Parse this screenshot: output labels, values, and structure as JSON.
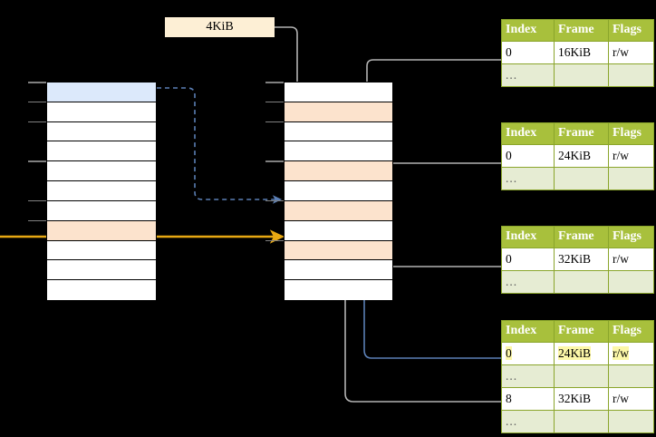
{
  "diagram": {
    "title_label": "4KiB",
    "colors": {
      "header_green": "#a8c03c",
      "row_alt_green": "#e6ecd3",
      "highlight_yellow": "#fcf7a8",
      "cell_blue": "#dce9fb",
      "cell_orange": "#fce3cd",
      "chip_cream": "#fdefd5",
      "arrow_orange": "#e8a812",
      "arrow_blue": "#5b7fb5",
      "arrow_grey": "#b3b3b3"
    },
    "left_stack": {
      "name": "virtual-address-space",
      "row_count": 11,
      "highlights": [
        {
          "index": 0,
          "style": "blue"
        },
        {
          "index": 7,
          "style": "orange"
        }
      ],
      "tick_rows": [
        0,
        1,
        2,
        4,
        6,
        7
      ]
    },
    "middle_stack": {
      "name": "physical-memory",
      "row_count": 11,
      "highlights": [
        {
          "index": 1,
          "style": "orange"
        },
        {
          "index": 4,
          "style": "orange"
        },
        {
          "index": 6,
          "style": "orange"
        },
        {
          "index": 8,
          "style": "orange"
        }
      ],
      "tick_rows": [
        0,
        1,
        2,
        4,
        6,
        8
      ]
    },
    "page_tables": [
      {
        "name": "page-table-level-1",
        "columns": [
          "Index",
          "Frame",
          "Flags"
        ],
        "rows": [
          {
            "cells": [
              "0",
              "16KiB",
              "r/w"
            ],
            "ellipsis": false,
            "highlight": []
          },
          {
            "cells": [
              "...",
              "",
              ""
            ],
            "ellipsis": true,
            "highlight": []
          }
        ]
      },
      {
        "name": "page-table-level-2",
        "columns": [
          "Index",
          "Frame",
          "Flags"
        ],
        "rows": [
          {
            "cells": [
              "0",
              "24KiB",
              "r/w"
            ],
            "ellipsis": false,
            "highlight": []
          },
          {
            "cells": [
              "...",
              "",
              ""
            ],
            "ellipsis": true,
            "highlight": []
          }
        ]
      },
      {
        "name": "page-table-level-3",
        "columns": [
          "Index",
          "Frame",
          "Flags"
        ],
        "rows": [
          {
            "cells": [
              "0",
              "32KiB",
              "r/w"
            ],
            "ellipsis": false,
            "highlight": []
          },
          {
            "cells": [
              "...",
              "",
              ""
            ],
            "ellipsis": true,
            "highlight": []
          }
        ]
      },
      {
        "name": "page-table-level-4",
        "columns": [
          "Index",
          "Frame",
          "Flags"
        ],
        "rows": [
          {
            "cells": [
              "0",
              "24KiB",
              "r/w"
            ],
            "ellipsis": false,
            "highlight": [
              0,
              1,
              2
            ]
          },
          {
            "cells": [
              "...",
              "",
              ""
            ],
            "ellipsis": true,
            "highlight": []
          },
          {
            "cells": [
              "8",
              "32KiB",
              "r/w"
            ],
            "ellipsis": false,
            "highlight": []
          },
          {
            "cells": [
              "...",
              "",
              ""
            ],
            "ellipsis": true,
            "highlight": []
          }
        ]
      }
    ]
  }
}
